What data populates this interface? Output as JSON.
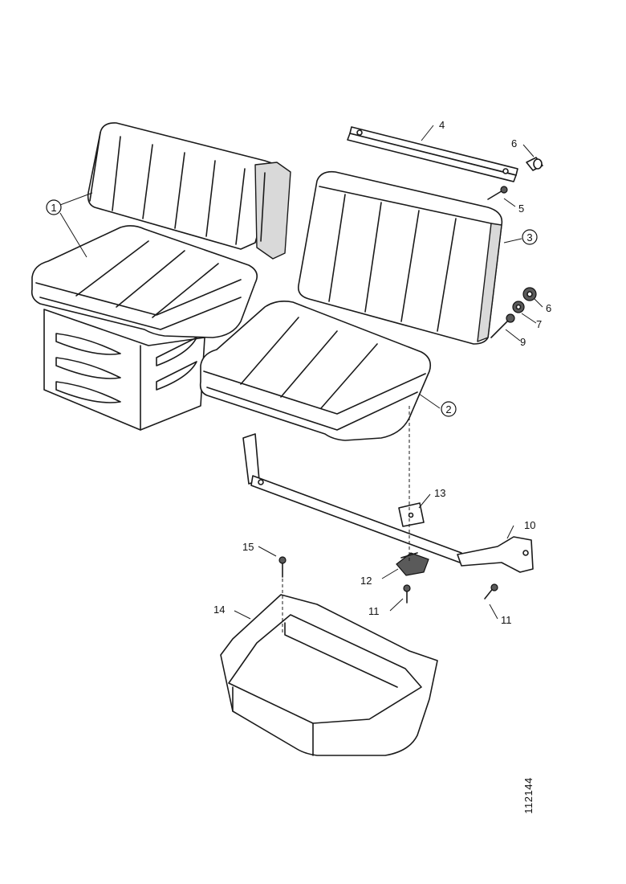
{
  "callouts": {
    "c1": "1",
    "c2": "2",
    "c3": "3",
    "c4": "4",
    "c5": "5",
    "c6a": "6",
    "c6b": "6",
    "c7": "7",
    "c9": "9",
    "c10": "10",
    "c11a": "11",
    "c11b": "11",
    "c12": "12",
    "c13": "13",
    "c14": "14",
    "c15": "15"
  },
  "document_number": "112144"
}
